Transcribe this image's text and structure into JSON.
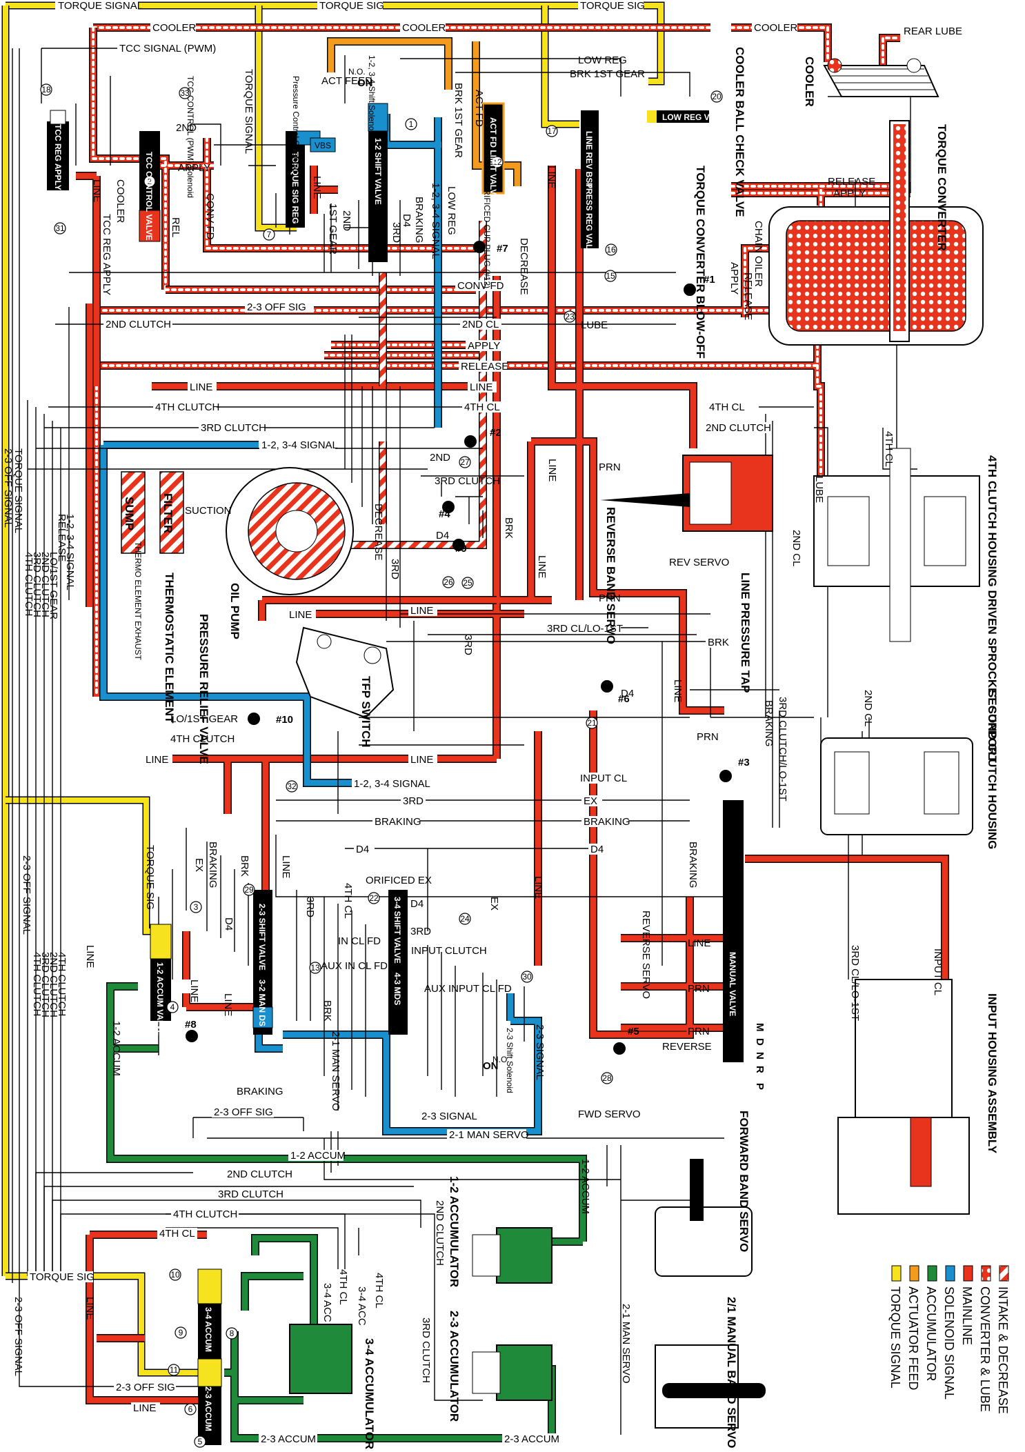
{
  "colors": {
    "intake": "#e8341c",
    "converter": "#e8341c",
    "mainline": "#e8341c",
    "solenoid": "#1a8fce",
    "accumulator": "#1f8a3a",
    "actuator": "#f39b1e",
    "torque": "#f6e21e",
    "oil": "#e8341c"
  },
  "legend": [
    {
      "label": "INTAKE & DECREASE",
      "kind": "intake"
    },
    {
      "label": "CONVERTER & LUBE",
      "kind": "converter"
    },
    {
      "label": "MAINLINE",
      "kind": "mainline"
    },
    {
      "label": "SOLENOID SIGNAL",
      "kind": "solenoid"
    },
    {
      "label": "ACCUMULATOR",
      "kind": "accumulator"
    },
    {
      "label": "ACTUATOR FEED",
      "kind": "actuator"
    },
    {
      "label": "TORQUE SIGNAL",
      "kind": "torque"
    }
  ],
  "circuit_labels": {
    "torque_signal": "TORQUE SIGNAL",
    "torque_sig": "TORQUE SIG",
    "cooler": "COOLER",
    "tcc_signal": "TCC SIGNAL (PWM)",
    "low_reg": "LOW REG",
    "brk_1st_gear": "BRK 1ST GEAR",
    "act_feed": "ACT FEED",
    "act_fd": "ACT FD",
    "second": "2ND",
    "apply": "APPLY",
    "release": "RELEASE",
    "line": "LINE",
    "conv_fd": "CONV FD",
    "tcc_reg_apply": "TCC REG APPLY",
    "rel": "REL",
    "first_gear": "1ST GEAR",
    "d4": "D4",
    "third": "3RD",
    "signal_12_34": "1-2, 3-4 SIGNAL",
    "braking": "BRAKING",
    "prn": "PRN",
    "decrease": "DECREASE",
    "off_sig_23": "2-3 OFF SIG",
    "second_clutch": "2ND CLUTCH",
    "second_cl": "2ND CL",
    "lube": "LUBE",
    "fourth_clutch": "4TH CLUTCH",
    "fourth_cl": "4TH CL",
    "third_clutch": "3RD CLUTCH",
    "third_cl_lo1st": "3RD CL/LO-1ST",
    "third_clutch_lo1st": "3RD CLUTCH/LO-1ST",
    "brk": "BRK",
    "rev_servo": "REV SERVO",
    "lo_1st_gear": "LO/1ST GEAR",
    "input_cl": "INPUT CL",
    "ex": "EX",
    "orificed_ex": "ORIFICED EX",
    "in_cl_fd": "IN CL FD",
    "input_clutch": "INPUT CLUTCH",
    "aux_in_cl_fd": "AUX IN CL FD",
    "aux_input_cl_fd": "AUX INPUT CL FD",
    "man_servo_21": "2-1 MAN SERVO",
    "signal_23": "2-3 SIGNAL",
    "fwd_servo": "FWD SERVO",
    "accum_12": "1-2 ACCUM",
    "accum_34": "3-4 ACC",
    "accum_23": "2-3 ACCUM",
    "reverse": "REVERSE",
    "reverse_servo": "REVERSE SERVO",
    "chain_oiler": "CHAIN OILER",
    "rear_lube": "REAR LUBE",
    "suction": "SUCTION",
    "off_signal_23": "2-3 OFF SIGNAL",
    "lo_1st_gear_v": "LO/1ST GEAR",
    "release_v": "RELEASE",
    "signal_12_34_v": "1-2, 3-4 SIGNAL",
    "thermo_exhaust": "THERMO ELEMENT EXHAUST"
  },
  "components": {
    "cooler_ball_check": "COOLER BALL CHECK VALVE",
    "cooler": "COOLER",
    "torque_converter": "TORQUE CONVERTER",
    "tc_blowoff": "TORQUE CONVERTER BLOW-OFF",
    "fourth_clutch_housing": "4TH CLUTCH HOUSING DRIVEN SPROCKET SUPPORT",
    "second_clutch_housing": "SECOND CLUTCH HOUSING",
    "input_housing": "INPUT HOUSING ASSEMBLY",
    "forward_band_servo": "FORWARD BAND SERVO",
    "manual_band_servo": "2/1 MANUAL BAND SERVO",
    "reverse_band_servo": "REVERSE BAND SERVO",
    "line_pressure_tap": "LINE PRESSURE TAP",
    "oil_pump": "OIL PUMP",
    "pressure_relief": "PRESSURE RELIEF VALVE",
    "tfp_switch": "TFP SWITCH",
    "thermostatic": "THERMOSTATIC ELEMENT",
    "sump": "SUMP",
    "filter": "FILTER",
    "accum_12": "1-2 ACCUMULATOR",
    "accum_23": "2-3 ACCUMULATOR",
    "accum_34": "3-4 ACCUMULATOR",
    "tcc_reg_apply": "TCC REG APPLY",
    "tcc_control_valve": "TCC CONTROL VALVE",
    "tcc_solenoid": "TCC CONTROL (PWM) Solenoid",
    "pcs": "Pressure Control Solenoid",
    "torque_sig_reg": "TORQUE SIG REG",
    "vbs": "VBS",
    "shift_12": "1-2 SHIFT VALVE",
    "shift_solenoid_1234": "1-2, 3-4 Shift Solenoid",
    "act_fd_limit": "ACT FD LIMIT VALVE",
    "orificed_cup_plug": "ORIFICED CUP PLUG (#12)",
    "line_rev_bst": "LINE REV BST",
    "press_reg_valve": "PRESS REG VALVE",
    "low_reg_valve": "LOW REG VALVE",
    "shift_23": "2-3 SHIFT VALVE",
    "shift_32_man_ds": "3-2 MAN DS",
    "shift_34": "3-4 SHIFT VALVE",
    "mds_43": "4-3 MDS",
    "accum_valve_12": "1-2 ACCUM VALVE",
    "accum_34_valve": "3-4 ACCUM",
    "accum_23_valve": "2-3 ACCUM",
    "shift_solenoid_23": "2-3 Shift Solenoid",
    "manual_valve": "MANUAL VALVE",
    "no": "N.O.",
    "on": "ON"
  },
  "ball_checks": [
    "#1",
    "#2",
    "#3",
    "#4",
    "#5",
    "#6",
    "#7",
    "#8",
    "#9",
    "#10"
  ],
  "orifices": [
    "1",
    "2",
    "3",
    "4",
    "5",
    "6",
    "7",
    "8",
    "9",
    "10",
    "11",
    "12",
    "13",
    "15",
    "16",
    "17",
    "18",
    "20",
    "21",
    "22",
    "23",
    "24",
    "25",
    "26",
    "27",
    "28",
    "29",
    "30",
    "31",
    "32",
    "33"
  ],
  "manual_positions": [
    "P",
    "R",
    "N",
    "D",
    "M"
  ]
}
